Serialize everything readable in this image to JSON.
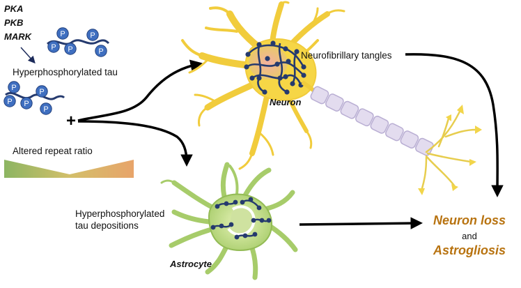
{
  "kinases": [
    "PKA",
    "PKB",
    "MARK"
  ],
  "phospho_label": "P",
  "hyperphosphorylated_tau": "Hyperphosphorylated tau",
  "plus": "+",
  "altered_repeat_ratio": "Altered repeat ratio",
  "neurofibrillary_tangles": "Neurofibrillary tangles",
  "neuron": "Neuron",
  "tau_depositions": [
    "Hyperphosphorylated",
    "tau depositions"
  ],
  "astrocyte": "Astrocyte",
  "outcome": {
    "line1": "Neuron loss",
    "conj": "and",
    "line2": "Astrogliosis"
  },
  "colors": {
    "phospho_fill": "#3f6fc0",
    "tau_chain": "#253a6e",
    "neuron_body": "#f6d646",
    "axon_segment": "#e3dcef",
    "astrocyte": "#a7cc6a",
    "outcome_text": "#b87310"
  },
  "icons": [
    "arrow-icon",
    "phosphate-icon",
    "tau-chain-icon",
    "neuron-icon",
    "astrocyte-icon",
    "gradient-wedge-icon"
  ]
}
